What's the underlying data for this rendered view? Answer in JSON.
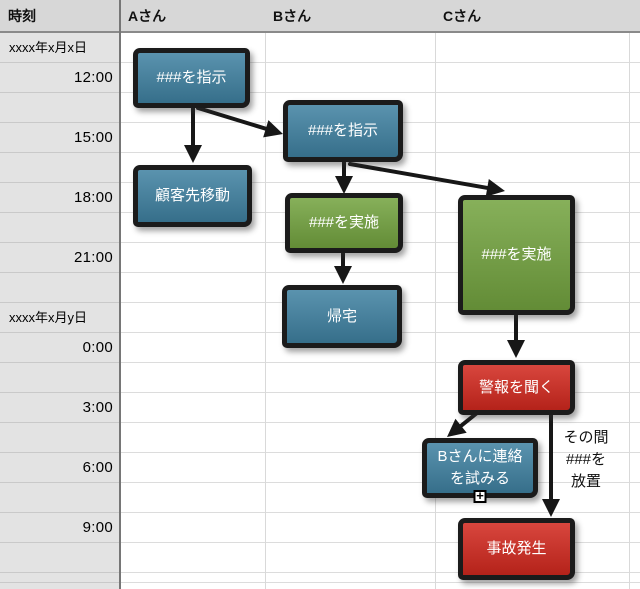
{
  "table": {
    "header": {
      "time_label": "時刻",
      "columns": [
        "Aさん",
        "Bさん",
        "Cさん"
      ]
    },
    "rows": [
      {
        "label": "xxxx年x月x日",
        "kind": "date"
      },
      {
        "label": "12:00",
        "kind": "time"
      },
      {
        "label": "",
        "kind": "empty"
      },
      {
        "label": "15:00",
        "kind": "time"
      },
      {
        "label": "",
        "kind": "empty"
      },
      {
        "label": "18:00",
        "kind": "time"
      },
      {
        "label": "",
        "kind": "empty"
      },
      {
        "label": "21:00",
        "kind": "time"
      },
      {
        "label": "",
        "kind": "empty"
      },
      {
        "label": "xxxx年x月y日",
        "kind": "date"
      },
      {
        "label": "0:00",
        "kind": "time"
      },
      {
        "label": "",
        "kind": "empty"
      },
      {
        "label": "3:00",
        "kind": "time"
      },
      {
        "label": "",
        "kind": "empty"
      },
      {
        "label": "6:00",
        "kind": "time"
      },
      {
        "label": "",
        "kind": "empty"
      },
      {
        "label": "9:00",
        "kind": "time"
      },
      {
        "label": "",
        "kind": "empty"
      },
      {
        "label": "",
        "kind": "empty",
        "short": true
      },
      {
        "label": "",
        "kind": "empty"
      }
    ]
  },
  "nodes": [
    {
      "id": "a1",
      "label": "###を指示",
      "color": "node_blue"
    },
    {
      "id": "a2",
      "label": "顧客先移動",
      "color": "node_blue"
    },
    {
      "id": "b1",
      "label": "###を指示",
      "color": "node_blue"
    },
    {
      "id": "b2",
      "label": "###を実施",
      "color": "node_green"
    },
    {
      "id": "b3",
      "label": "帰宅",
      "color": "node_blue"
    },
    {
      "id": "c1",
      "label": "###を実施",
      "color": "node_green"
    },
    {
      "id": "c2",
      "label": "警報を聞く",
      "color": "node_red"
    },
    {
      "id": "c3",
      "label": "Bさんに連絡を試みる",
      "color": "node_blue",
      "expand": true
    },
    {
      "id": "c4",
      "label": "事故発生",
      "color": "node_red"
    }
  ],
  "annotation": {
    "lines": [
      "その間",
      "###を",
      "放置"
    ]
  },
  "expand_glyph": "+",
  "colors": {
    "node_blue": "#3f81a1",
    "node_green": "#73a33f",
    "node_red": "#d2281e",
    "header_bg": "#d7d7d7",
    "time_col_bg": "#e3e3e3",
    "grid_line": "#dcdcdc",
    "dark_line": "#767676",
    "arrow": "#171717"
  }
}
